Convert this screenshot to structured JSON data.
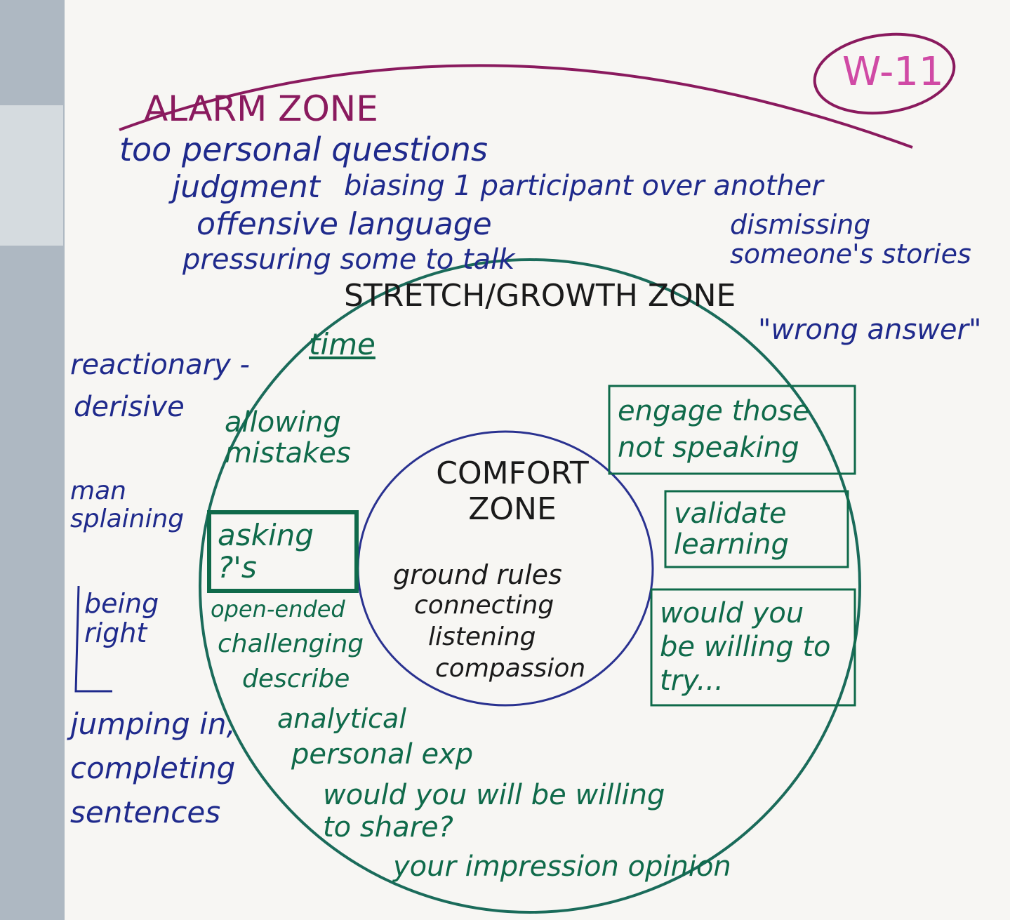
{
  "colors": {
    "alarm": "#8a1a5e",
    "alarm_items": "#1f2a8c",
    "stretch_items": "#0f6a4a",
    "comfort_circle": "#2a3290",
    "stretch_circle": "#1a6b5a",
    "label": "#1a1a1a",
    "tag": "#d04aa5"
  },
  "tag": "W-11",
  "alarm_zone": {
    "title": "ALARM ZONE",
    "items": [
      "too personal questions",
      "judgment",
      "biasing 1 participant over another",
      "offensive language",
      "pressuring some to talk",
      "dismissing someone's stories",
      "\"wrong answer\"",
      "reactionary -",
      "derisive",
      "man splaining",
      "being right",
      "jumping in, completing sentences"
    ]
  },
  "stretch_zone": {
    "title": "STRETCH/GROWTH ZONE",
    "items": [
      "time",
      "allowing mistakes",
      "asking ?'s",
      "open-ended",
      "challenging",
      "describe",
      "analytical",
      "personal exp",
      "would you will be willing to share?",
      "your impression opinion",
      "engage those not speaking",
      "validate learning",
      "would you be willing to try..."
    ]
  },
  "comfort_zone": {
    "title": "COMFORT ZONE",
    "items": [
      "ground rules",
      "connecting",
      "listening",
      "compassion"
    ]
  }
}
